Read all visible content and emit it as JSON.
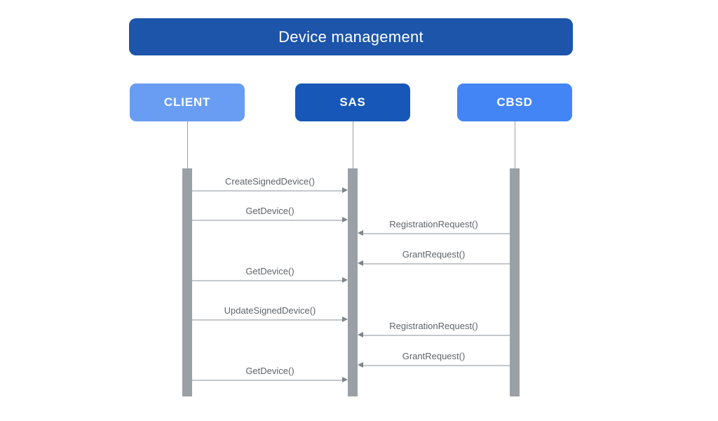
{
  "title": "Device management",
  "actors": [
    {
      "label": "CLIENT"
    },
    {
      "label": "SAS"
    },
    {
      "label": "CBSD"
    }
  ],
  "messages": [
    {
      "label": "CreateSignedDevice()",
      "from": "CLIENT",
      "to": "SAS"
    },
    {
      "label": "GetDevice()",
      "from": "CLIENT",
      "to": "SAS"
    },
    {
      "label": "RegistrationRequest()",
      "from": "CBSD",
      "to": "SAS"
    },
    {
      "label": "GrantRequest()",
      "from": "CBSD",
      "to": "SAS"
    },
    {
      "label": "GetDevice()",
      "from": "CLIENT",
      "to": "SAS"
    },
    {
      "label": "UpdateSignedDevice()",
      "from": "CLIENT",
      "to": "SAS"
    },
    {
      "label": "RegistrationRequest()",
      "from": "CBSD",
      "to": "SAS"
    },
    {
      "label": "GrantRequest()",
      "from": "CBSD",
      "to": "SAS"
    },
    {
      "label": "GetDevice()",
      "from": "CLIENT",
      "to": "SAS"
    }
  ],
  "colors": {
    "background": "#ffffff",
    "title_bar": "#1c55aa",
    "title_text": "#ffffff",
    "actor_client": "#699df3",
    "actor_sas": "#1657b8",
    "actor_cbsd": "#4385f4",
    "actor_text": "#ffffff",
    "lifeline_gray": "#9aa0a6",
    "activation_gray": "#9aa0a6",
    "line_gray": "#c4c8cc",
    "arrowhead_gray": "#7f848a",
    "label_gray": "#5f6368"
  }
}
